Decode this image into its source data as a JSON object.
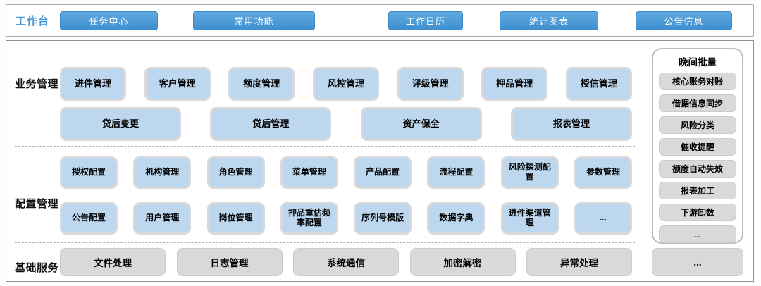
{
  "workbench": {
    "label": "工作台",
    "buttons": [
      "任务中心",
      "常用功能",
      "工作日历",
      "统计图表",
      "公告信息"
    ]
  },
  "sections": {
    "business": {
      "label": "业务管理",
      "row1": [
        "进件管理",
        "客户管理",
        "额度管理",
        "风控管理",
        "评级管理",
        "押品管理",
        "授信管理"
      ],
      "row2": [
        "贷后变更",
        "贷后管理",
        "资产保全",
        "报表管理"
      ]
    },
    "config": {
      "label": "配置管理",
      "row1": [
        "授权配置",
        "机构管理",
        "角色管理",
        "菜单管理",
        "产品配置",
        "流程配置",
        "风险探测配置",
        "参数管理"
      ],
      "row2": [
        "公告配置",
        "用户管理",
        "岗位管理",
        "押品重估频率配置",
        "序列号模版",
        "数据字典",
        "进件渠道管理",
        "..."
      ]
    },
    "base": {
      "label": "基础服务",
      "items": [
        "文件处理",
        "日志管理",
        "系统通信",
        "加密解密",
        "异常处理",
        "..."
      ]
    }
  },
  "night_batch": {
    "title": "晚间批量",
    "items": [
      "核心账务对账",
      "借据信息同步",
      "风险分类",
      "催收提醒",
      "额度自动失效",
      "报表加工",
      "下游卸数",
      "..."
    ]
  },
  "colors": {
    "accent_blue": "#4697D3",
    "button_blue": "#3E8FD0",
    "module_blue": "#BDD7EE",
    "module_gray": "#D9D9D9"
  }
}
